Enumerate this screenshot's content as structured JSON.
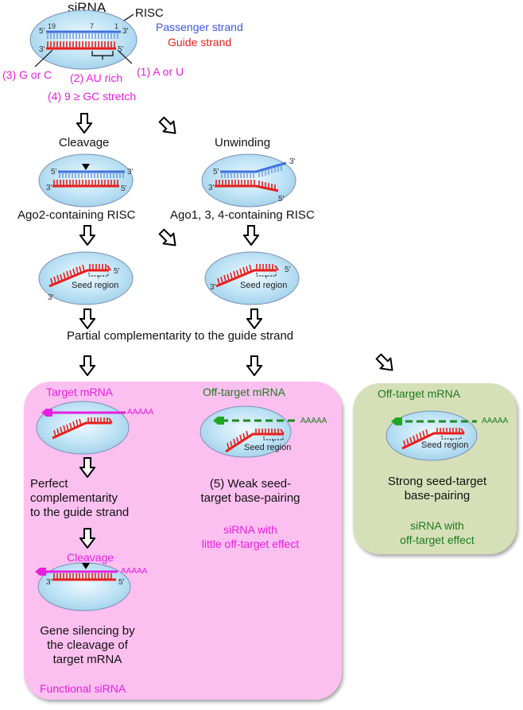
{
  "colors": {
    "passenger": "#3b57e6",
    "guide": "#e8201c",
    "magenta": "#e81ee0",
    "green": "#1f7a1f",
    "risc_fill": "#bfe3f5",
    "pink_panel": "#fcc0f0",
    "green_panel": "#d6e0b8"
  },
  "top": {
    "title": "siRNA",
    "risc_label": "RISC",
    "passenger_label": "Passenger strand",
    "guide_label": "Guide strand",
    "pos_19": "19",
    "pos_7": "7",
    "pos_1": "1",
    "end_5": "5'",
    "end_3": "3'",
    "rule1": "(1) A or U",
    "rule2": "(2) AU rich",
    "rule3": "(3) G or C",
    "rule4": "(4) 9 ≥ GC stretch"
  },
  "cleavage": {
    "title": "Cleavage",
    "caption": "Ago2-containing RISC"
  },
  "unwinding": {
    "title": "Unwinding",
    "caption": "Ago1, 3, 4-containing RISC"
  },
  "seed": {
    "label": "Seed region"
  },
  "partial": {
    "text": "Partial complementarity to the guide strand"
  },
  "functional_panel": {
    "target_label": "Target mRNA",
    "polyA": "AAAAA",
    "perfect_text": [
      "Perfect",
      "complementarity",
      "to the guide strand"
    ],
    "cleavage_label": "Cleavage",
    "gene_silencing": [
      "Gene silencing by",
      "the cleavage of",
      "target mRNA"
    ],
    "footer": "Functional siRNA",
    "offtarget_label": "Off-target mRNA",
    "weak_text": [
      "(5) Weak seed-",
      "target base-pairing"
    ],
    "little_effect": [
      "siRNA with",
      "little off-target effect"
    ]
  },
  "offtarget_panel": {
    "title": "Off-target mRNA",
    "polyA": "AAAAA",
    "strong_text": [
      "Strong seed-target",
      "base-pairing"
    ],
    "effect": [
      "siRNA with",
      "off-target effect"
    ]
  },
  "icons": {
    "arrow_down": "hollow-down-arrow",
    "arrow_diag": "hollow-diagonal-arrow"
  }
}
